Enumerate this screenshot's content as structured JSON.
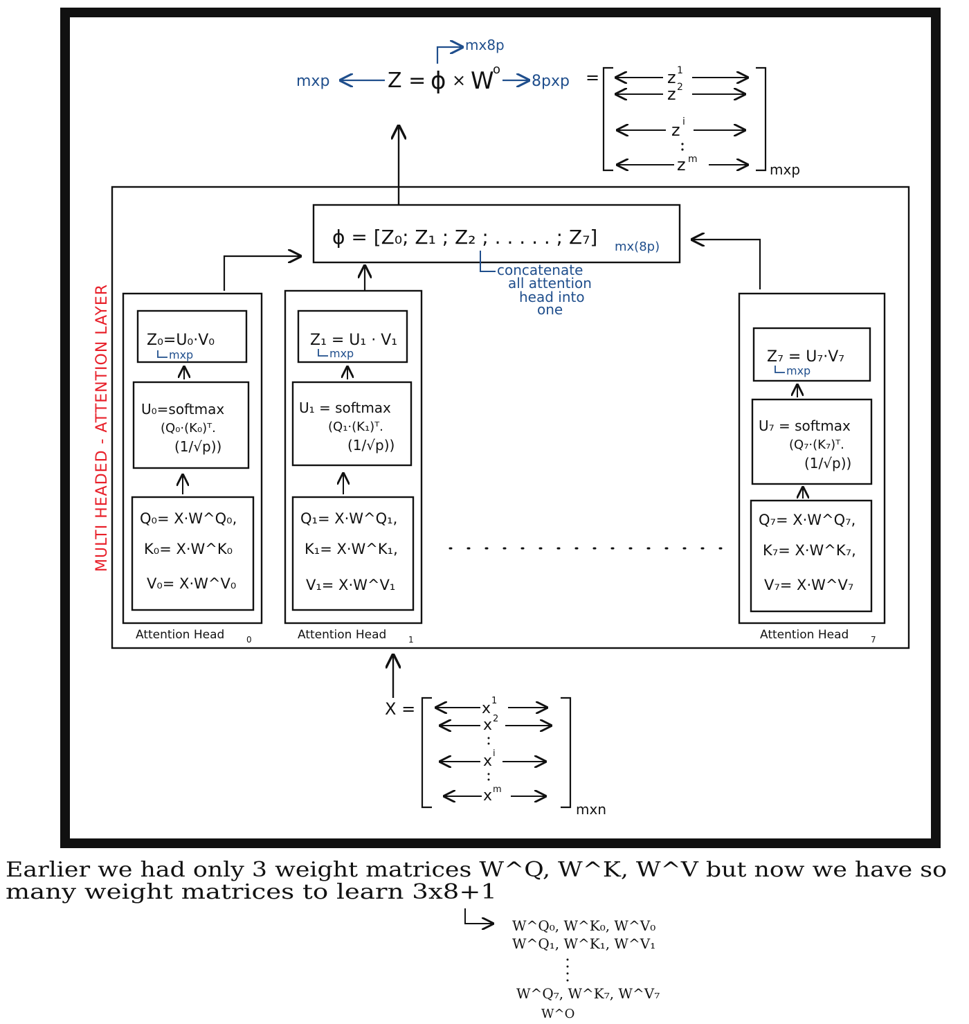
{
  "layer_label": "MULTI HEADED - ATTENTION LAYER",
  "output_eq": {
    "z": "Z =",
    "phi": "ϕ",
    "times": "×",
    "wo": "W",
    "wo_sup": "o",
    "mxp": "mxp",
    "mx8p": "mx8p",
    "eightpxp": "8pxp",
    "equals": "="
  },
  "z_matrix": {
    "rows": [
      "z",
      "z",
      "z",
      "z"
    ],
    "sups": [
      "1",
      "2",
      "i",
      "m"
    ],
    "dim": "mxp"
  },
  "concat": {
    "text": "ϕ  = [Z₀; Z₁ ; Z₂ ;  . . . . . ; Z₇]",
    "dim": "mx(8p)",
    "note_lines": [
      "concatenate",
      "all attention",
      "head into",
      "one"
    ]
  },
  "heads": [
    {
      "z_eq": "Z₀=U₀·V₀",
      "z_dim": "mxp",
      "u_lines": [
        "U₀=softmax",
        "(Q₀·(K₀)ᵀ.",
        "(1/√p))"
      ],
      "qkv": [
        "Q₀= X·W^Q₀,",
        "K₀= X·W^K₀",
        "V₀= X·W^V₀"
      ],
      "label": "Attention Head",
      "sub": "0"
    },
    {
      "z_eq": "Z₁ = U₁ · V₁",
      "z_dim": "mxp",
      "u_lines": [
        "U₁ = softmax",
        "(Q₁·(K₁)ᵀ.",
        "(1/√p))"
      ],
      "qkv": [
        "Q₁= X·W^Q₁,",
        "K₁= X·W^K₁,",
        "V₁= X·W^V₁"
      ],
      "label": "Attention Head",
      "sub": "1"
    },
    {
      "z_eq": "Z₇ = U₇·V₇",
      "z_dim": "mxp",
      "u_lines": [
        "U₇ = softmax",
        "(Q₇·(K₇)ᵀ.",
        "(1/√p))"
      ],
      "qkv": [
        "Q₇= X·W^Q₇,",
        "K₇= X·W^K₇,",
        "V₇= X·W^V₇"
      ],
      "label": "Attention Head",
      "sub": "7"
    }
  ],
  "x_matrix": {
    "label": "X =",
    "rows": [
      "x",
      "x",
      "x",
      "x"
    ],
    "sups": [
      "1",
      "2",
      "i",
      "m"
    ],
    "dim": "mxn"
  },
  "footer": {
    "line1": "Earlier we had only 3 weight matrices W^Q, W^K, W^V but now we have so",
    "line2": "many weight matrices to learn 3x8+1",
    "list": [
      "W^Q₀, W^K₀, W^V₀",
      "W^Q₁, W^K₁, W^V₁",
      "W^Q₇, W^K₇, W^V₇",
      "W^O"
    ]
  }
}
